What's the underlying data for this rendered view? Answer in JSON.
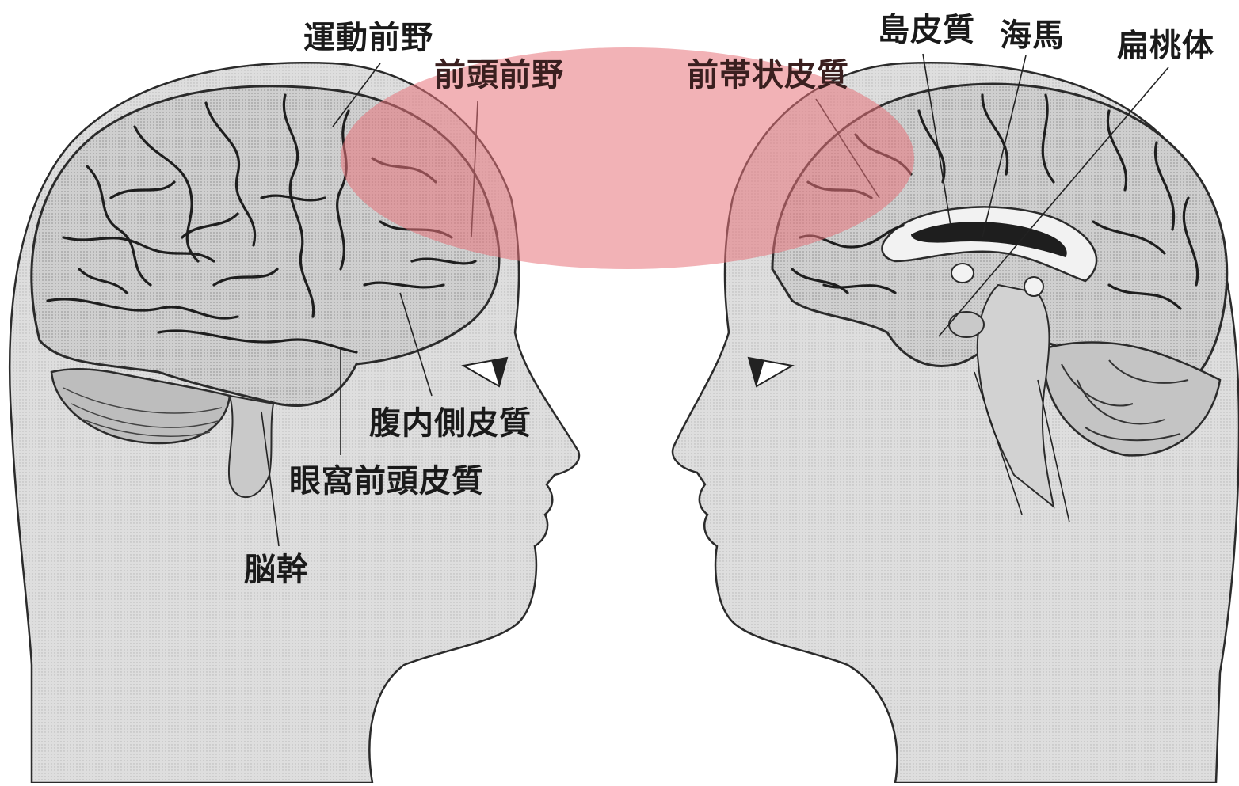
{
  "labels": {
    "premotor_cortex": "運動前野",
    "prefrontal_cortex": "前頭前野",
    "ventromedial_cortex": "腹内側皮質",
    "orbitofrontal_cortex": "眼窩前頭皮質",
    "brainstem": "脳幹",
    "anterior_cingulate_cortex": "前帯状皮質",
    "insular_cortex": "島皮質",
    "hippocampus": "海馬",
    "amygdala": "扁桃体"
  },
  "colors": {
    "highlight": "#e8737a",
    "head_fill": "#d9d9d9",
    "outline": "#2b2b2b"
  }
}
